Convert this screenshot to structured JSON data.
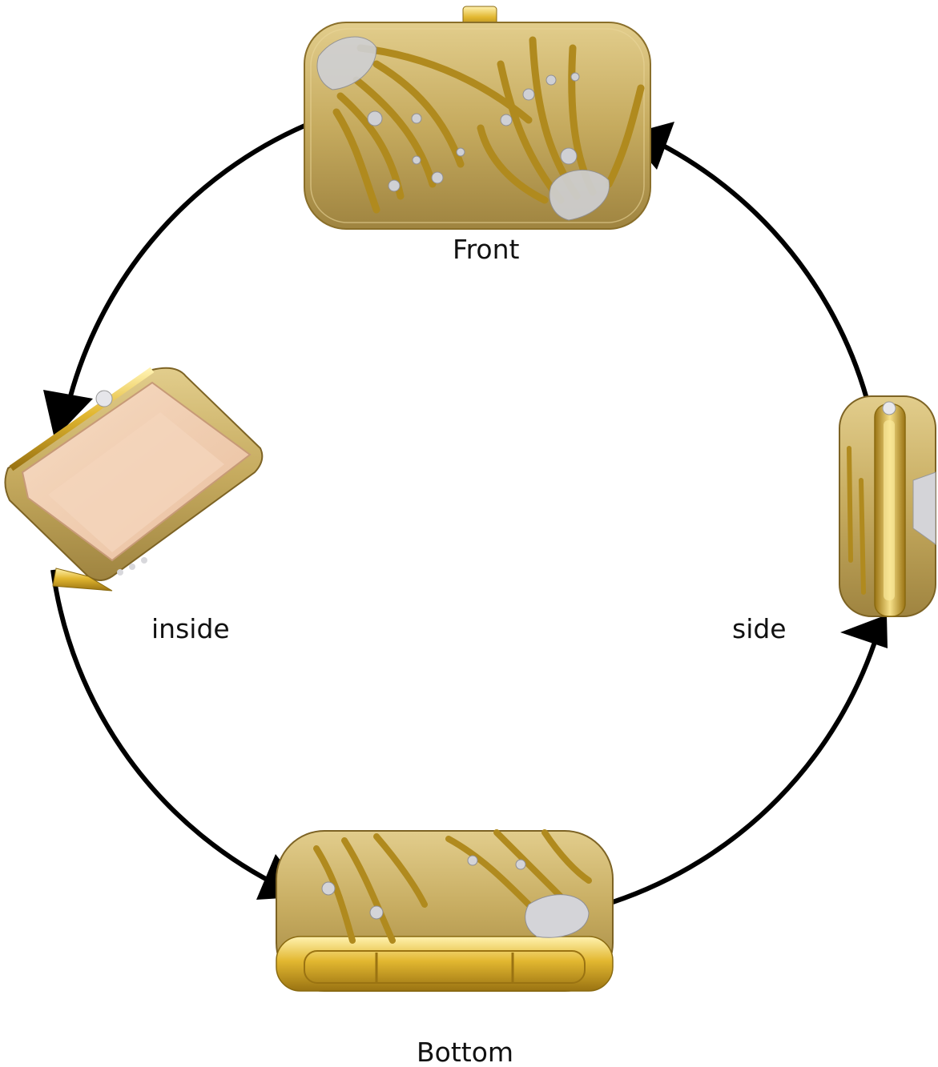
{
  "views": {
    "front": "Front",
    "inside": "inside",
    "side": "side",
    "bottom": "Bottom"
  },
  "colors": {
    "gold": "#c9ae62",
    "gold_dark": "#8a6f2a",
    "gold_light": "#efdca0",
    "lining": "#f2cfb3",
    "rhinestone": "#e8e8ea",
    "arrow": "#000000"
  }
}
